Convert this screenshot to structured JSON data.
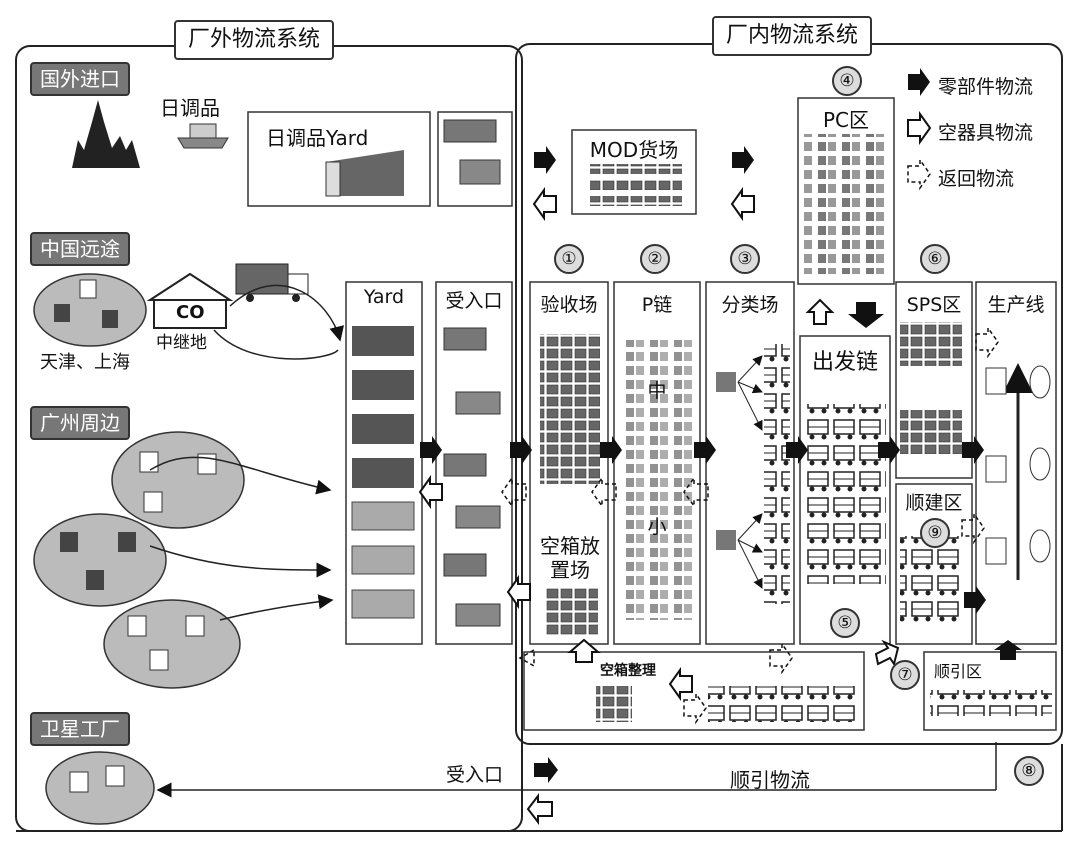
{
  "sections": {
    "outer_title": "厂外物流系统",
    "inner_title": "厂内物流系统"
  },
  "legend": {
    "parts_flow": "零部件物流",
    "empty_container_flow": "空器具物流",
    "return_flow": "返回物流"
  },
  "sources": {
    "overseas": "国外进口",
    "japan_parts": "日调品",
    "japan_yard": "日调品Yard",
    "china_long": "中国远途",
    "co": "CO",
    "relay": "中继地",
    "cities": "天津、上海",
    "guangzhou": "广州周边",
    "satellite": "卫星工厂"
  },
  "areas": {
    "yard": "Yard",
    "receiving": "受入口",
    "mod": "MOD货场",
    "pc": "PC区",
    "inspection": "验收场",
    "p_chain": "P链",
    "p_chain_mid": "中",
    "p_chain_small": "小",
    "sorting": "分类场",
    "departure": "出发链",
    "sps": "SPS区",
    "production": "生产线",
    "sequential_build": "顺建区",
    "empty_box_storage": "空箱放置场",
    "empty_box_sort": "空箱整理",
    "sequence_area": "顺引区",
    "bottom_receiving": "受入口",
    "sequence_flow": "顺引物流"
  },
  "numbers": [
    "①",
    "②",
    "③",
    "④",
    "⑤",
    "⑥",
    "⑦",
    "⑧",
    "⑨"
  ]
}
